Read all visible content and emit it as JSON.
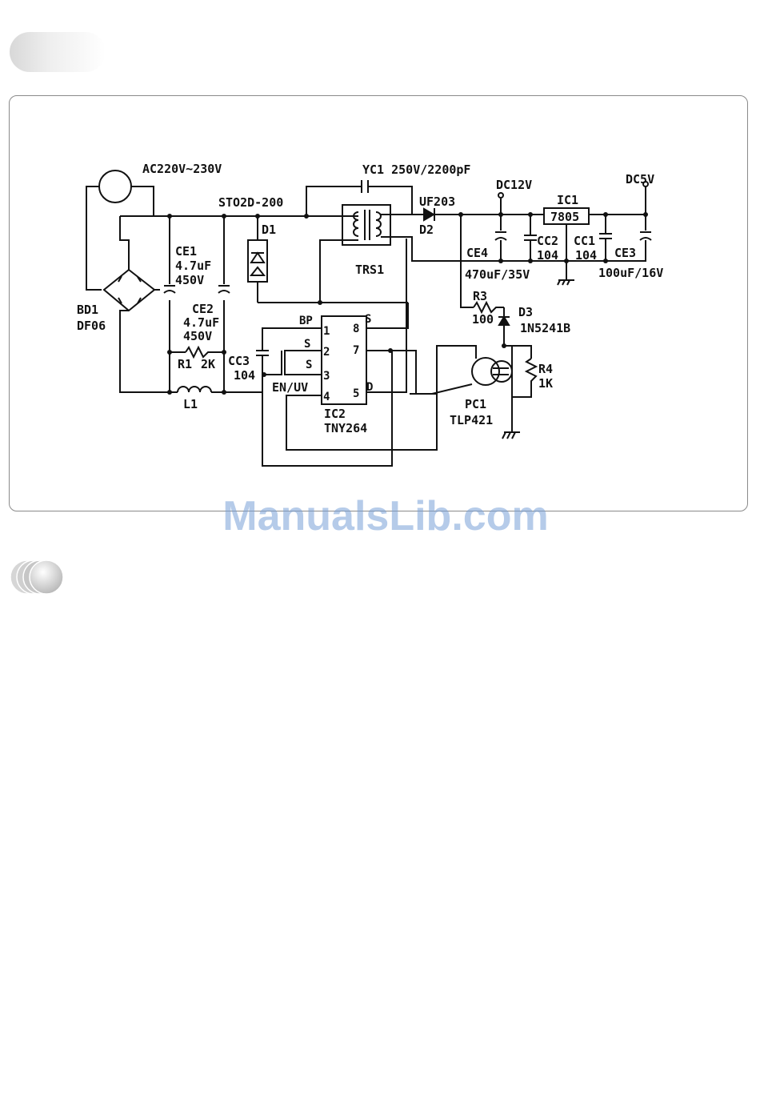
{
  "labels": {
    "ac_source": "AC220V~230V",
    "yc1": "YC1 250V/2200pF",
    "thermistor": "STO2D-200",
    "uf203": "UF203",
    "dc12v": "DC12V",
    "ic1": "IC1",
    "reg7805": "7805",
    "dc5v": "DC5V",
    "d1": "D1",
    "d2": "D2",
    "ce1": "CE1",
    "ce1_val": "4.7uF",
    "ce1_volt": "450V",
    "ce2": "CE2",
    "ce2_val": "4.7uF",
    "ce2_volt": "450V",
    "trs1": "TRS1",
    "ce4": "CE4",
    "ce4_val": "470uF/35V",
    "cc2": "CC2",
    "cc2_val": "104",
    "cc1": "CC1",
    "cc1_val": "104",
    "ce3": "CE3",
    "ce3_val": "100uF/16V",
    "bd1": "BD1",
    "df06": "DF06",
    "r3": "R3",
    "r3_val": "100",
    "d3": "D3",
    "d3_part": "1N5241B",
    "r1": "R1",
    "r1_val": "2K",
    "cc3": "CC3",
    "cc3_val": "104",
    "r4": "R4",
    "r4_val": "1K",
    "l1": "L1",
    "en_uv": "EN/UV",
    "ic2": "IC2",
    "tny264": "TNY264",
    "pc1": "PC1",
    "tlp421": "TLP421",
    "pin_bp": "BP",
    "pin_s1": "S",
    "pin_s2": "S",
    "pin_s3": "S",
    "pin_d": "D",
    "pin1": "1",
    "pin2": "2",
    "pin3": "3",
    "pin4": "4",
    "pin5": "5",
    "pin7": "7",
    "pin8": "8"
  },
  "watermark": "ManualsLib.com"
}
